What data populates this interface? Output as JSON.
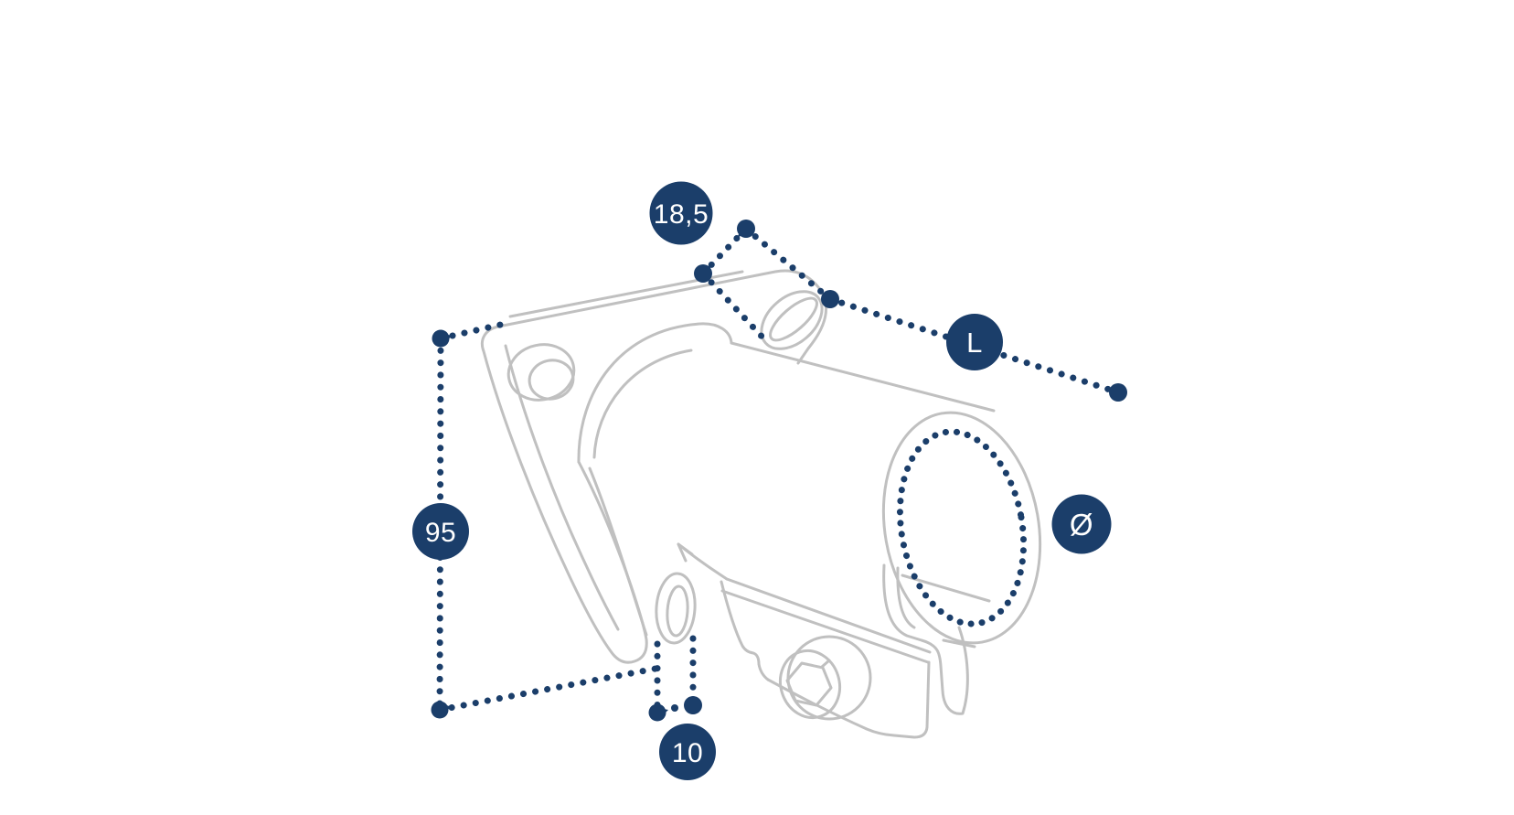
{
  "diagram": {
    "type": "technical-dimension-drawing",
    "colors": {
      "background": "#ffffff",
      "drawing": "#c0c0c0",
      "annotation": "#1b3e6a",
      "label": "#ffffff"
    },
    "dimensions": {
      "plate_thickness": {
        "label": "18,5"
      },
      "tube_length": {
        "label": "L"
      },
      "plate_height": {
        "label": "95"
      },
      "bore_diameter": {
        "label": "Ø"
      },
      "slot_width": {
        "label": "10"
      }
    }
  }
}
